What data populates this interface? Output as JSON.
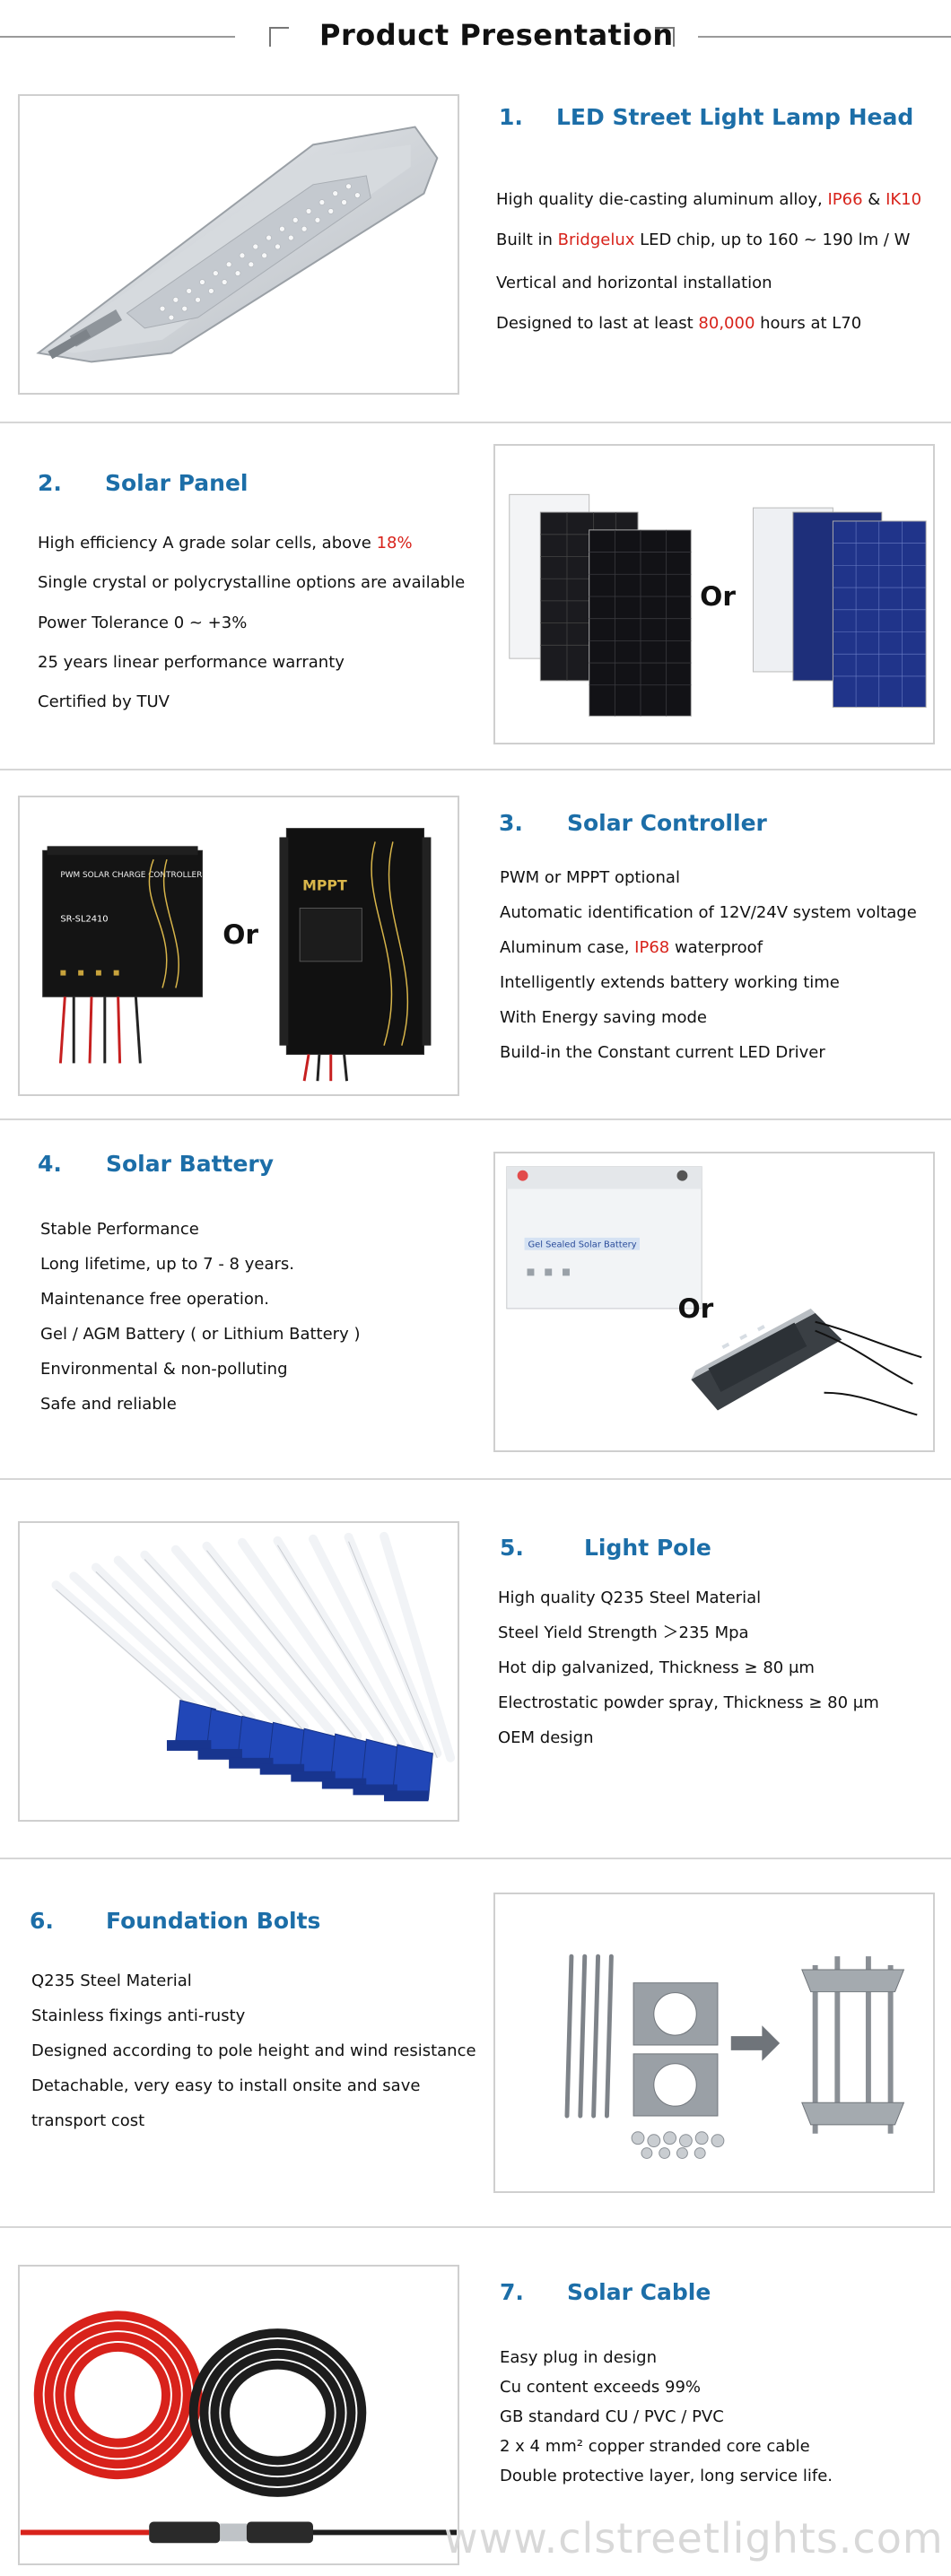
{
  "header": {
    "title": "Product Presentation"
  },
  "sections": [
    {
      "num": "1.",
      "title": "LED Street Light Lamp Head",
      "lines": [
        {
          "a": "High quality die-casting aluminum alloy, ",
          "r1": "IP66",
          "b": " & ",
          "r2": "IK10",
          "c": ""
        },
        {
          "a": "Built in ",
          "r1": "Bridgelux",
          "b": " LED chip, up to 160 ~ 190 lm / W"
        },
        {
          "a": "Vertical and horizontal installation"
        },
        {
          "a": "Designed to last at least ",
          "r1": "80,000",
          "b": " hours at L70"
        }
      ]
    },
    {
      "num": "2.",
      "title": "Solar Panel",
      "or": "Or",
      "lines": [
        {
          "a": "High efficiency A grade solar cells, above ",
          "r1": "18%"
        },
        {
          "a": "Single crystal or polycrystalline options are available"
        },
        {
          "a": "Power Tolerance 0 ~ +3%"
        },
        {
          "a": "25 years linear performance warranty"
        },
        {
          "a": "Certified by TUV"
        }
      ]
    },
    {
      "num": "3.",
      "title": "Solar Controller",
      "or": "Or",
      "img_text": {
        "pwm": "PWM SOLAR CHARGE CONTROLLER",
        "model": "SR-SL2410",
        "mppt": "MPPT"
      },
      "lines": [
        {
          "a": "PWM or MPPT optional"
        },
        {
          "a": "Automatic identification of 12V/24V system voltage"
        },
        {
          "a": "Aluminum case, ",
          "r1": "IP68",
          "b": " waterproof"
        },
        {
          "a": "Intelligently extends battery working time"
        },
        {
          "a": "With Energy saving mode"
        },
        {
          "a": "Build-in the Constant current LED Driver"
        }
      ]
    },
    {
      "num": "4.",
      "title": "Solar Battery",
      "or": "Or",
      "img_text": {
        "battery_label": "Gel Sealed Solar Battery"
      },
      "lines": [
        {
          "a": "Stable Performance"
        },
        {
          "a": "Long lifetime, up to 7 - 8 years."
        },
        {
          "a": "Maintenance free operation."
        },
        {
          "a": "Gel / AGM Battery ( or Lithium Battery )"
        },
        {
          "a": "Environmental & non-polluting"
        },
        {
          "a": "Safe and reliable"
        }
      ]
    },
    {
      "num": "5.",
      "title": "Light Pole",
      "lines": [
        {
          "a": "High quality Q235 Steel Material"
        },
        {
          "a": "Steel Yield Strength ＞235 Mpa"
        },
        {
          "a": "Hot dip galvanized, Thickness ≥ 80 μm"
        },
        {
          "a": "Electrostatic powder spray, Thickness ≥ 80 μm"
        },
        {
          "a": "OEM design"
        }
      ]
    },
    {
      "num": "6.",
      "title": "Foundation Bolts",
      "lines": [
        {
          "a": "Q235 Steel Material"
        },
        {
          "a": "Stainless fixings anti-rusty"
        },
        {
          "a": "Designed according to pole height and wind resistance"
        },
        {
          "a": "Detachable, very easy to install onsite and save"
        },
        {
          "a": "transport cost"
        }
      ]
    },
    {
      "num": "7.",
      "title": "Solar Cable",
      "lines": [
        {
          "a": "Easy plug in design"
        },
        {
          "a": "Cu content exceeds 99%"
        },
        {
          "a": "GB standard CU / PVC / PVC"
        },
        {
          "a": "2 x 4 mm² copper stranded core cable"
        },
        {
          "a": "Double protective layer, long service life."
        }
      ]
    }
  ],
  "watermark": "www.clstreetlights.com",
  "colors": {
    "accent_blue": "#1c6ea8",
    "highlight_red": "#d8231b",
    "separator": "#d6d6d6"
  },
  "icons": [
    "lamp-head-image",
    "solar-panel-image",
    "controller-image",
    "battery-image",
    "pole-image",
    "bolts-image",
    "cable-image"
  ]
}
